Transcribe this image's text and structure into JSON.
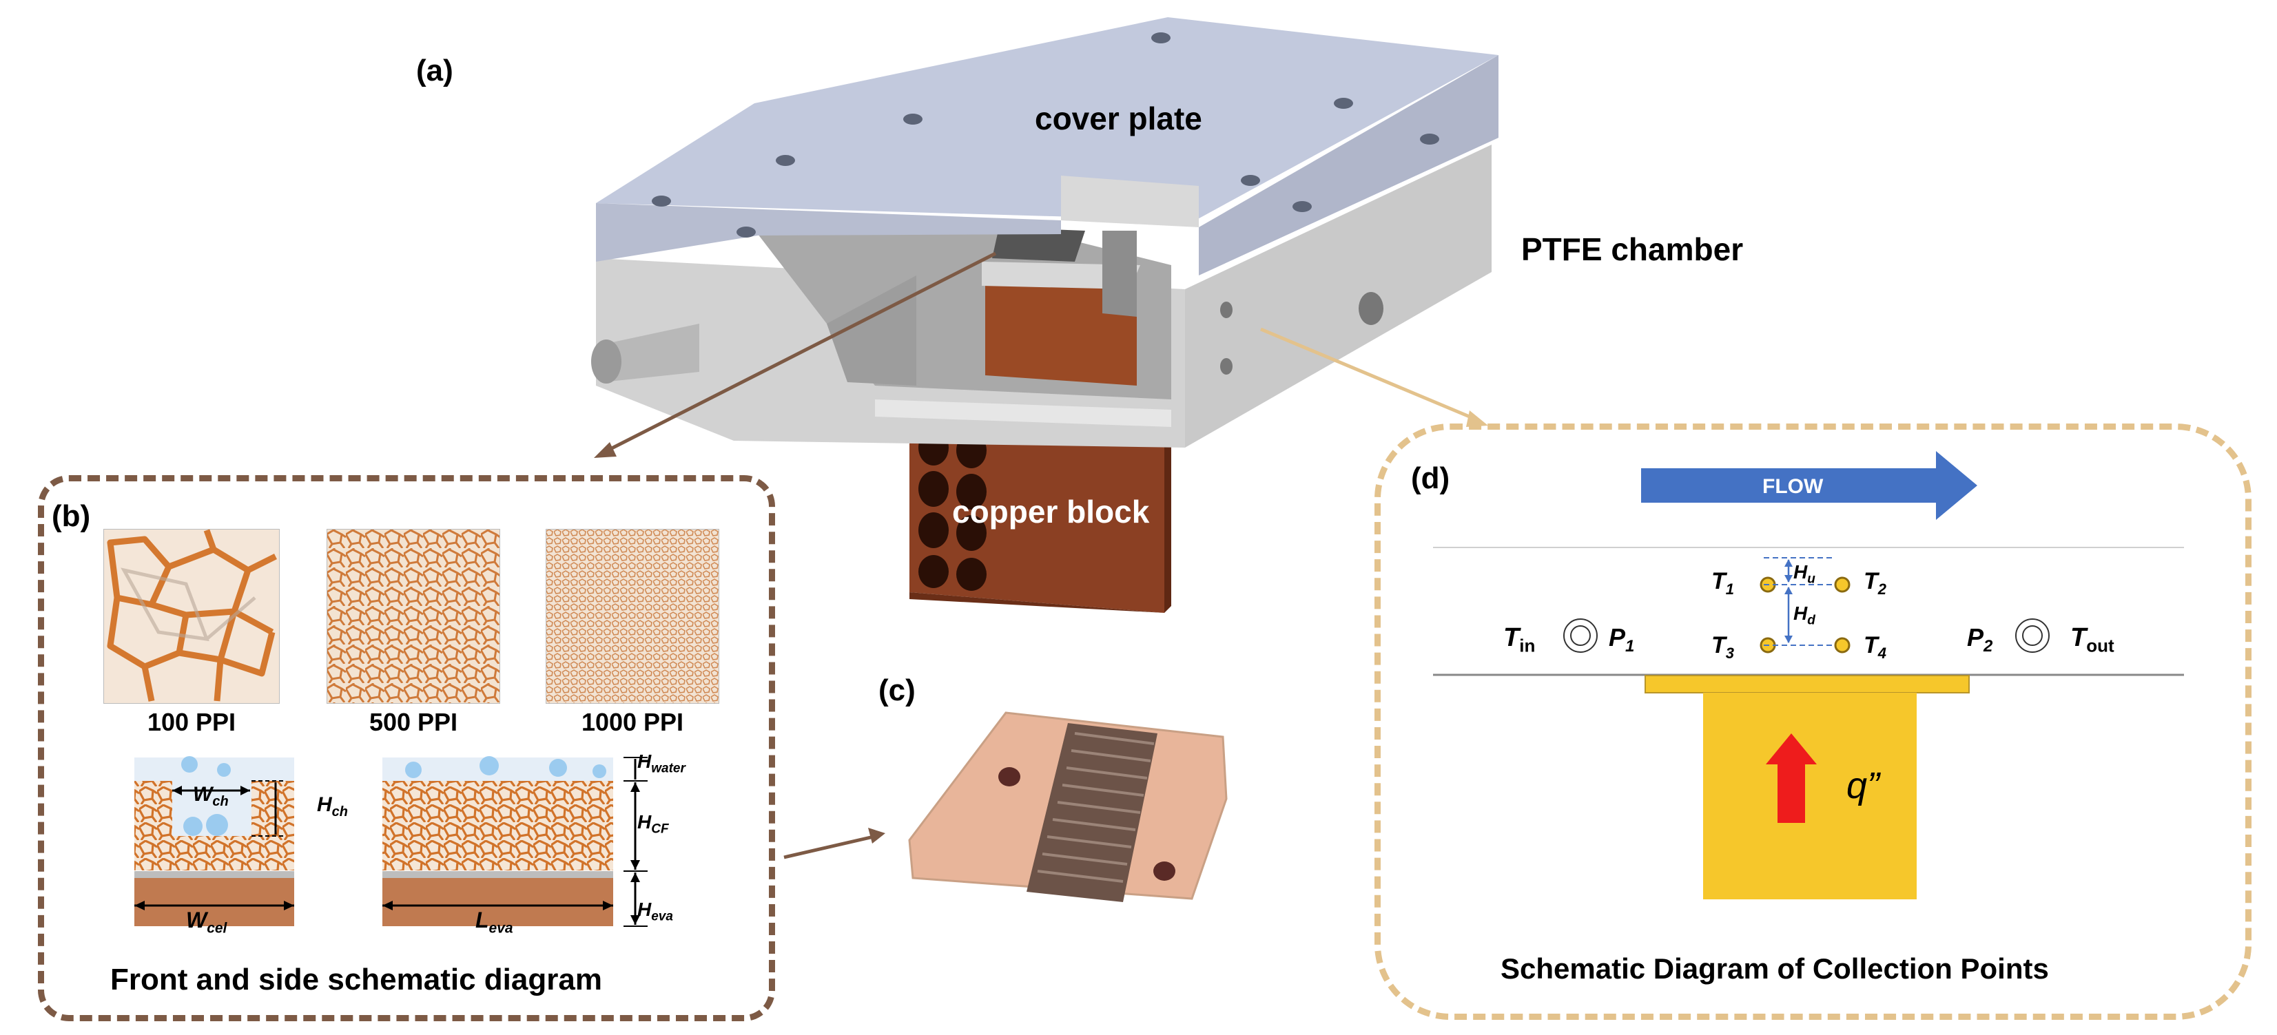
{
  "panel_labels": {
    "a": "(a)",
    "b": "(b)",
    "c": "(c)",
    "d": "(d)"
  },
  "panel_a": {
    "cover_plate": "cover plate",
    "ptfe_chamber": "PTFE chamber",
    "copper_block": "copper block"
  },
  "panel_b": {
    "foam_100": "100 PPI",
    "foam_500": "500 PPI",
    "foam_1000": "1000 PPI",
    "w_ch": "W",
    "w_ch_sub": "ch",
    "h_ch": "H",
    "h_ch_sub": "ch",
    "h_water": "H",
    "h_water_sub": "water",
    "h_cf": "H",
    "h_cf_sub": "CF",
    "h_eva": "H",
    "h_eva_sub": "eva",
    "w_cel": "W",
    "w_cel_sub": "cel",
    "l_eva": "L",
    "l_eva_sub": "eva",
    "caption": "Front and side schematic diagram"
  },
  "panel_d": {
    "flow": "FLOW",
    "t_in": "T",
    "t_in_sub": "in",
    "p1": "P",
    "p1_sub": "1",
    "t1": "T",
    "t1_sub": "1",
    "t2": "T",
    "t2_sub": "2",
    "t3": "T",
    "t3_sub": "3",
    "t4": "T",
    "t4_sub": "4",
    "hu": "H",
    "hu_sub": "u",
    "hd": "H",
    "hd_sub": "d",
    "p2": "P",
    "p2_sub": "2",
    "t_out": "T",
    "t_out_sub": "out",
    "q": "q”",
    "caption": "Schematic Diagram of Collection Points"
  },
  "colors": {
    "copper": "#a2522c",
    "foam": "#d98a45",
    "cover": "#c5cbdc",
    "ptfe": "#d6d6d6",
    "heater": "#f6c72b",
    "flow_arrow": "#4472c4",
    "heat_arrow": "#ee1c1c",
    "panel_b_border": "#7d5a45",
    "panel_d_border": "#e3c28c"
  }
}
